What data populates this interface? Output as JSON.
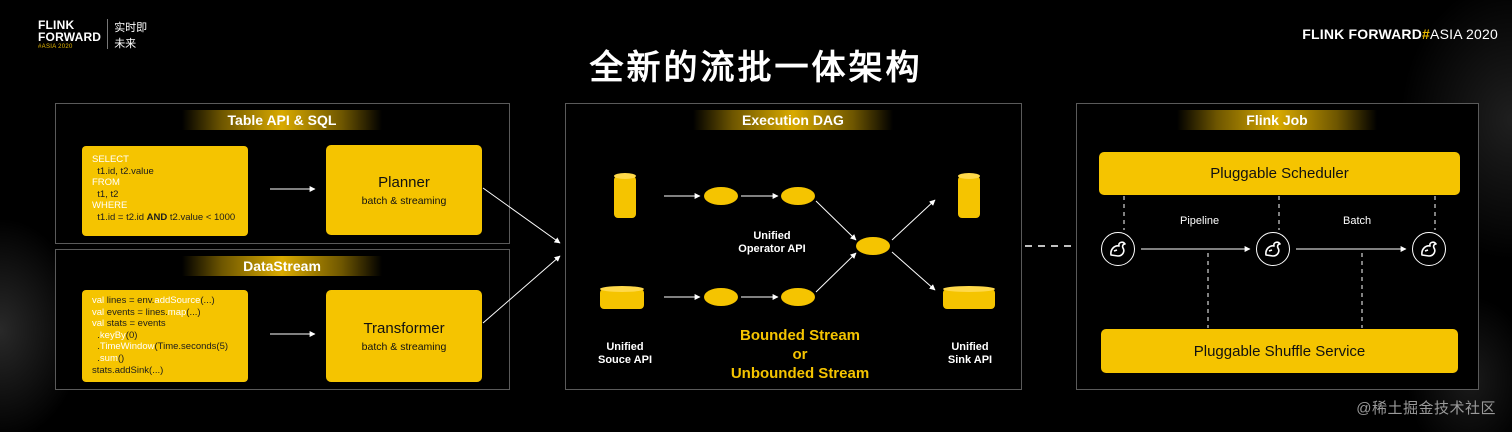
{
  "header": {
    "logo_left": {
      "line1": "FLINK",
      "line2": "FORWARD",
      "sub": "#ASIA 2020",
      "cn1": "实时即",
      "cn2": "未来"
    },
    "logo_right": {
      "flink": "FLINK ",
      "forward": "FORWARD",
      "hash": "#",
      "asia": "ASIA 2020"
    },
    "title": "全新的流批一体架构"
  },
  "panels": {
    "table_api": {
      "ribbon": "Table API & SQL",
      "code": {
        "select": "SELECT",
        "cols": "t1.id, t2.value",
        "from": "FROM",
        "tables": "t1, t2",
        "where": "WHERE",
        "cond_a": "t1.id = t2.id ",
        "and": "AND",
        "cond_b": " t2.value < 1000"
      },
      "box_title": "Planner",
      "box_sub": "batch & streaming"
    },
    "datastream": {
      "ribbon": "DataStream",
      "code": {
        "l1_kw": "val",
        "l1_a": " lines = env.",
        "l1_m": "addSource",
        "l1_b": "(...)",
        "l2_kw": "val",
        "l2_a": " events = lines.",
        "l2_m": "map",
        "l2_b": "(...)",
        "l3_kw": "val",
        "l3_a": " stats = events",
        "l4_dot": "  .",
        "l4_m": "keyBy",
        "l4_b": "(0)",
        "l5_dot": "  .",
        "l5_m": "TimeWindow",
        "l5_b": "(Time.seconds(5)",
        "l6_dot": "  .",
        "l6_m": "sum",
        "l6_b": "()",
        "l7": "stats.addSink(...)"
      },
      "box_title": "Transformer",
      "box_sub": "batch & streaming"
    },
    "dag": {
      "ribbon": "Execution DAG",
      "unified_op_1": "Unified",
      "unified_op_2": "Operator API",
      "source_1": "Unified",
      "source_2": "Souce API",
      "sink_1": "Unified",
      "sink_2": "Sink API",
      "stream_1": "Bounded Stream",
      "stream_2": "or",
      "stream_3": "Unbounded Stream"
    },
    "job": {
      "ribbon": "Flink Job",
      "scheduler": "Pluggable Scheduler",
      "shuffle": "Pluggable Shuffle Service",
      "pipeline": "Pipeline",
      "batch": "Batch"
    }
  },
  "watermark": "@稀土掘金技术社区",
  "colors": {
    "accent": "#f5c400",
    "panel_border": "#5a5a5a",
    "background": "#000000"
  }
}
